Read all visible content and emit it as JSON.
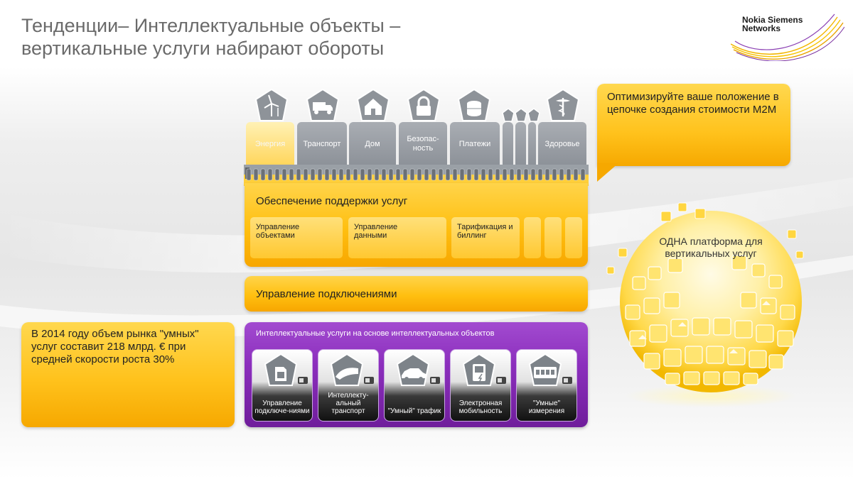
{
  "title": {
    "line1": "Тенденции– Интеллектуальные объекты –",
    "line2": "вертикальные услуги набирают обороты"
  },
  "logo": {
    "line1": "Nokia Siemens",
    "line2": "Networks"
  },
  "verticals": {
    "energy": "Энергия",
    "transport": "Транспорт",
    "home": "Дом",
    "security": "Безопас-\nность",
    "payments": "Платежи",
    "health": "Здоровье"
  },
  "service_support": {
    "title": "Обеспечение поддержки услуг",
    "object_mgmt": "Управление объектами",
    "data_mgmt": "Управление данными",
    "billing": "Тарификация и биллинг"
  },
  "connection_mgmt": {
    "title": "Управление подключениями"
  },
  "smart_services": {
    "title": "Интеллектуальные услуги на основе интеллектуальных объектов",
    "items": [
      {
        "label": "Управление подключе-ниями",
        "icon": "sim-card-icon"
      },
      {
        "label": "Интеллекту-альный транспорт",
        "icon": "train-icon"
      },
      {
        "label": "\"Умный\" трафик",
        "icon": "car-icon"
      },
      {
        "label": "Электронная мобильность",
        "icon": "charging-icon"
      },
      {
        "label": "\"Умные\" измерения",
        "icon": "meter-icon"
      }
    ]
  },
  "callouts": {
    "value_chain": "Оптимизируйте ваше положение в цепочке создания стоимости M2M",
    "market": "В 2014 году объем рынка \"умных\" услуг составит 218 млрд. € при средней скорости роста 30%",
    "platform": "ОДНА платформа для вертикальных услуг"
  },
  "colors": {
    "accent_yellow": "#ffc21c",
    "accent_purple": "#8c2fbd",
    "title_gray": "#6a6a6a",
    "tab_gray": "#9a9ea4"
  }
}
